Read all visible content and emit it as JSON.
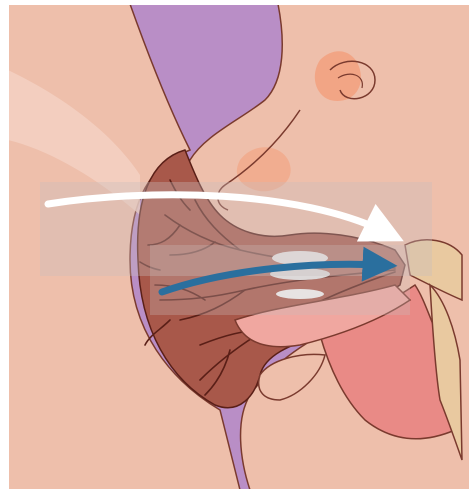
{
  "illustration": {
    "colors": {
      "background": "#b98ec6",
      "skin": "#eebfab",
      "skin_shadow": "#d9a895",
      "outline": "#7a3a2e",
      "breast_tissue": "#a8584a",
      "milk_ducts": "#5a1f17",
      "mouth_interior": "#e98a86",
      "tongue": "#f0a7a0",
      "palate_bone": "#e9c9a0",
      "nipple_highlight": "#f4f4f4",
      "nose_blush": "#f2a585",
      "white_arrow": "#ffffff",
      "blue_arrow": "#2a6f9e",
      "highlight_band": "#c9bcbc"
    },
    "arrows": [
      {
        "name": "nipple-direction-arrow",
        "color": "white"
      },
      {
        "name": "milk-flow-arrow",
        "color": "blue"
      }
    ]
  }
}
